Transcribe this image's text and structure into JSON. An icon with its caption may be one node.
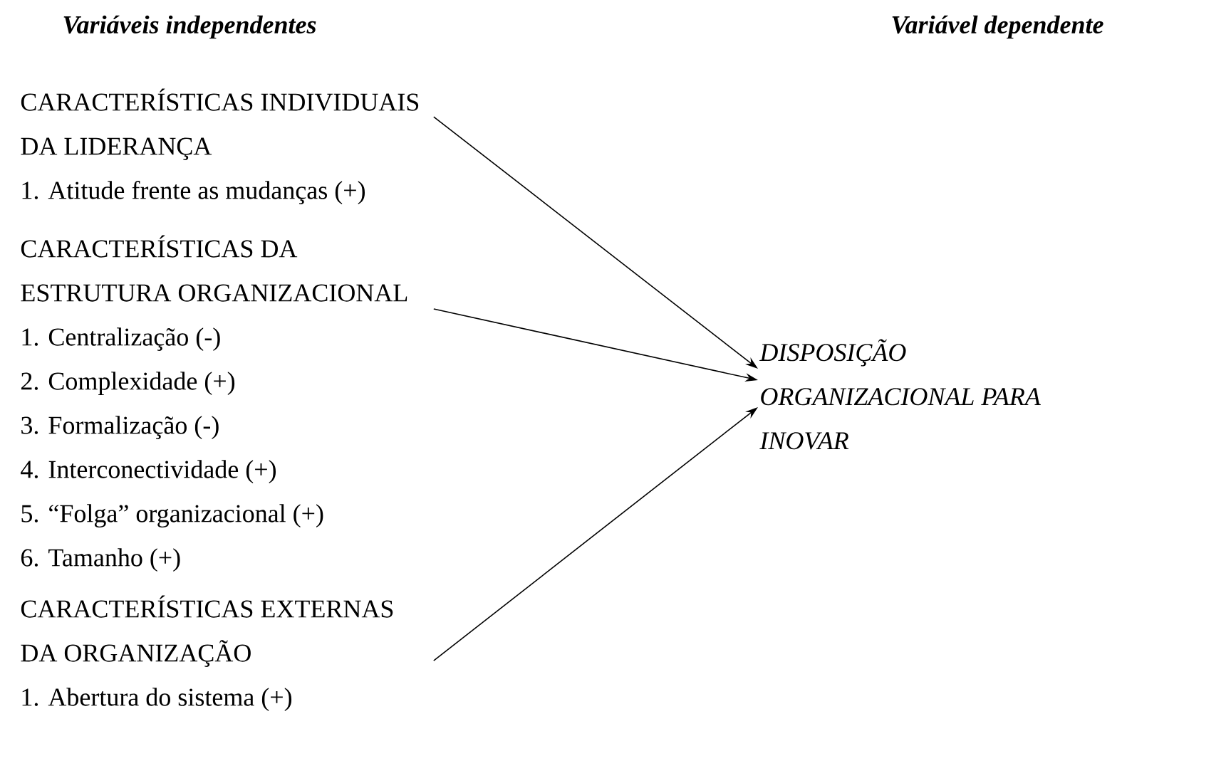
{
  "diagram": {
    "nodes": [
      {
        "text": [
          "CARACTERÍSTICAS INDIVIDUAIS DA LIDERANÇA",
          "1. Atitude frente as mudanças (+)"
        ]
      },
      {
        "text": [
          "CARACTERÍSTICAS DA ESTRUTURA ORGANIZACIONAL",
          "1. Centralização (-)",
          "2. Complexidade (+)",
          "3. Formalização (-)",
          "4. Interconectividade (+)",
          "5. “Folga” organizacional (+)",
          "6. Tamanho (+)"
        ]
      },
      {
        "text": [
          "CARACTERÍSTICAS EXTERNAS DA ORGANIZAÇÃO",
          "1. Abertura do sistema (+)"
        ]
      },
      {
        "text": [
          "DISPOSIÇÃO ORGANIZACIONAL PARA INOVAR"
        ]
      }
    ],
    "edges": [
      {
        "from": 0,
        "to": 3,
        "arrow": "to"
      },
      {
        "from": 1,
        "to": 3,
        "arrow": "to"
      },
      {
        "from": 2,
        "to": 3,
        "arrow": "to"
      }
    ],
    "labels": [
      "Variáveis independentes",
      "Variável dependente"
    ]
  }
}
